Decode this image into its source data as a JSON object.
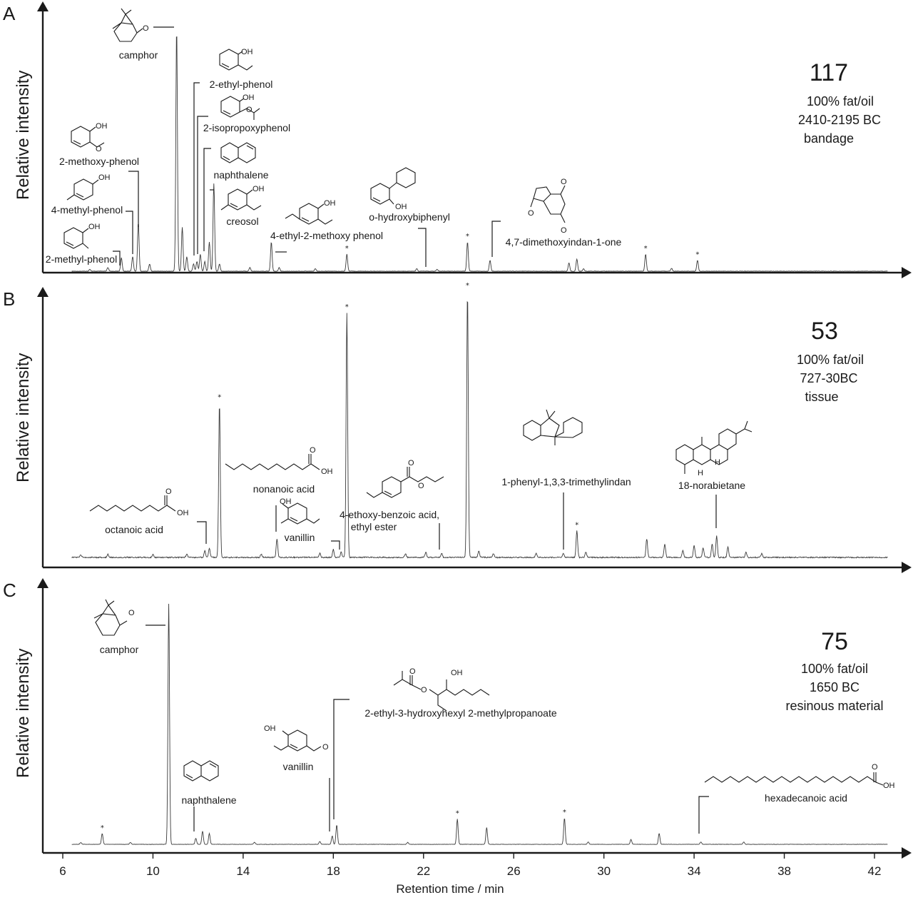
{
  "chart_data": [
    {
      "type": "line",
      "panel": "A",
      "ylabel": "Relative intensity",
      "sample_id": "117",
      "info": [
        "100% fat/oil",
        "2410-2195 BC",
        "bandage"
      ],
      "peaks": [
        {
          "rt": 7.2,
          "h": 0.008
        },
        {
          "rt": 8.0,
          "h": 0.015
        },
        {
          "rt": 8.6,
          "h": 0.055
        },
        {
          "rt": 9.1,
          "h": 0.06
        },
        {
          "rt": 9.35,
          "h": 0.2
        },
        {
          "rt": 9.85,
          "h": 0.03
        },
        {
          "rt": 11.05,
          "h": 1.0
        },
        {
          "rt": 11.3,
          "h": 0.18
        },
        {
          "rt": 11.5,
          "h": 0.06
        },
        {
          "rt": 11.8,
          "h": 0.03
        },
        {
          "rt": 11.95,
          "h": 0.04
        },
        {
          "rt": 12.1,
          "h": 0.07
        },
        {
          "rt": 12.3,
          "h": 0.04
        },
        {
          "rt": 12.5,
          "h": 0.12
        },
        {
          "rt": 12.7,
          "h": 0.36
        },
        {
          "rt": 12.95,
          "h": 0.03
        },
        {
          "rt": 14.3,
          "h": 0.015
        },
        {
          "rt": 15.25,
          "h": 0.12
        },
        {
          "rt": 15.6,
          "h": 0.015
        },
        {
          "rt": 17.2,
          "h": 0.01
        },
        {
          "rt": 18.6,
          "h": 0.07
        },
        {
          "rt": 21.7,
          "h": 0.01
        },
        {
          "rt": 22.6,
          "h": 0.008
        },
        {
          "rt": 23.95,
          "h": 0.12
        },
        {
          "rt": 24.95,
          "h": 0.045
        },
        {
          "rt": 28.45,
          "h": 0.035
        },
        {
          "rt": 28.8,
          "h": 0.05
        },
        {
          "rt": 29.1,
          "h": 0.01
        },
        {
          "rt": 31.85,
          "h": 0.07
        },
        {
          "rt": 33.0,
          "h": 0.012
        },
        {
          "rt": 34.15,
          "h": 0.045
        }
      ],
      "stars_rt": [
        18.6,
        23.95,
        31.85,
        34.15
      ],
      "compounds": [
        "camphor",
        "2-ethyl-phenol",
        "2-isopropoxyphenol",
        "naphthalene",
        "2-methoxy-phenol",
        "4-methyl-phenol",
        "2-methyl-phenol",
        "creosol",
        "4-ethyl-2-methoxy phenol",
        "o-hydroxybiphenyl",
        "4,7-dimethoxyindan-1-one"
      ]
    },
    {
      "type": "line",
      "panel": "B",
      "ylabel": "Relative intensity",
      "sample_id": "53",
      "info": [
        "100% fat/oil",
        "727-30BC",
        "tissue"
      ],
      "peaks": [
        {
          "rt": 6.8,
          "h": 0.01
        },
        {
          "rt": 8.0,
          "h": 0.012
        },
        {
          "rt": 10.0,
          "h": 0.01
        },
        {
          "rt": 11.5,
          "h": 0.012
        },
        {
          "rt": 12.3,
          "h": 0.025
        },
        {
          "rt": 12.5,
          "h": 0.035
        },
        {
          "rt": 12.95,
          "h": 0.58
        },
        {
          "rt": 14.8,
          "h": 0.012
        },
        {
          "rt": 15.5,
          "h": 0.07
        },
        {
          "rt": 17.4,
          "h": 0.015
        },
        {
          "rt": 18.0,
          "h": 0.03
        },
        {
          "rt": 18.35,
          "h": 0.02
        },
        {
          "rt": 18.6,
          "h": 0.92
        },
        {
          "rt": 21.2,
          "h": 0.015
        },
        {
          "rt": 22.1,
          "h": 0.02
        },
        {
          "rt": 22.8,
          "h": 0.015
        },
        {
          "rt": 23.95,
          "h": 1.0
        },
        {
          "rt": 24.45,
          "h": 0.025
        },
        {
          "rt": 25.1,
          "h": 0.015
        },
        {
          "rt": 27.0,
          "h": 0.015
        },
        {
          "rt": 28.2,
          "h": 0.015
        },
        {
          "rt": 28.8,
          "h": 0.1
        },
        {
          "rt": 29.2,
          "h": 0.02
        },
        {
          "rt": 31.9,
          "h": 0.07
        },
        {
          "rt": 32.7,
          "h": 0.05
        },
        {
          "rt": 33.5,
          "h": 0.025
        },
        {
          "rt": 34.0,
          "h": 0.045
        },
        {
          "rt": 34.4,
          "h": 0.035
        },
        {
          "rt": 34.8,
          "h": 0.05
        },
        {
          "rt": 35.0,
          "h": 0.08
        },
        {
          "rt": 35.5,
          "h": 0.04
        },
        {
          "rt": 36.3,
          "h": 0.02
        },
        {
          "rt": 37.0,
          "h": 0.015
        }
      ],
      "stars_rt": [
        12.95,
        18.6,
        23.95,
        28.8
      ],
      "compounds": [
        "octanoic acid",
        "nonanoic acid",
        "vanillin",
        "4-ethoxy-benzoic acid,",
        "ethyl ester",
        "1-phenyl-1,3,3-trimethylindan",
        "18-norabietane"
      ]
    },
    {
      "type": "line",
      "panel": "C",
      "ylabel": "Relative intensity",
      "xlabel": "Retention time / min",
      "xlim": [
        5.2,
        42.8
      ],
      "xticks": [
        6,
        10,
        14,
        18,
        22,
        26,
        30,
        34,
        38,
        42
      ],
      "sample_id": "75",
      "info": [
        "100% fat/oil",
        "1650 BC",
        "resinous material"
      ],
      "peaks": [
        {
          "rt": 6.8,
          "h": 0.008
        },
        {
          "rt": 7.75,
          "h": 0.045
        },
        {
          "rt": 9.0,
          "h": 0.008
        },
        {
          "rt": 10.7,
          "h": 1.0
        },
        {
          "rt": 11.9,
          "h": 0.025
        },
        {
          "rt": 12.2,
          "h": 0.055
        },
        {
          "rt": 12.5,
          "h": 0.045
        },
        {
          "rt": 14.5,
          "h": 0.008
        },
        {
          "rt": 17.4,
          "h": 0.012
        },
        {
          "rt": 17.95,
          "h": 0.035
        },
        {
          "rt": 18.15,
          "h": 0.08
        },
        {
          "rt": 21.3,
          "h": 0.008
        },
        {
          "rt": 23.5,
          "h": 0.105
        },
        {
          "rt": 24.8,
          "h": 0.07
        },
        {
          "rt": 28.25,
          "h": 0.11
        },
        {
          "rt": 29.3,
          "h": 0.01
        },
        {
          "rt": 31.2,
          "h": 0.02
        },
        {
          "rt": 32.45,
          "h": 0.045
        },
        {
          "rt": 34.3,
          "h": 0.01
        },
        {
          "rt": 36.2,
          "h": 0.01
        }
      ],
      "stars_rt": [
        7.75,
        23.5,
        28.25
      ],
      "compounds": [
        "camphor",
        "naphthalene",
        "vanillin",
        "2-ethyl-3-hydroxyhexyl  2-methylpropanoate",
        "hexadecanoic acid"
      ]
    }
  ],
  "structure_atoms": {
    "oh": "OH",
    "o": "O",
    "h": "H",
    "star": "*"
  }
}
